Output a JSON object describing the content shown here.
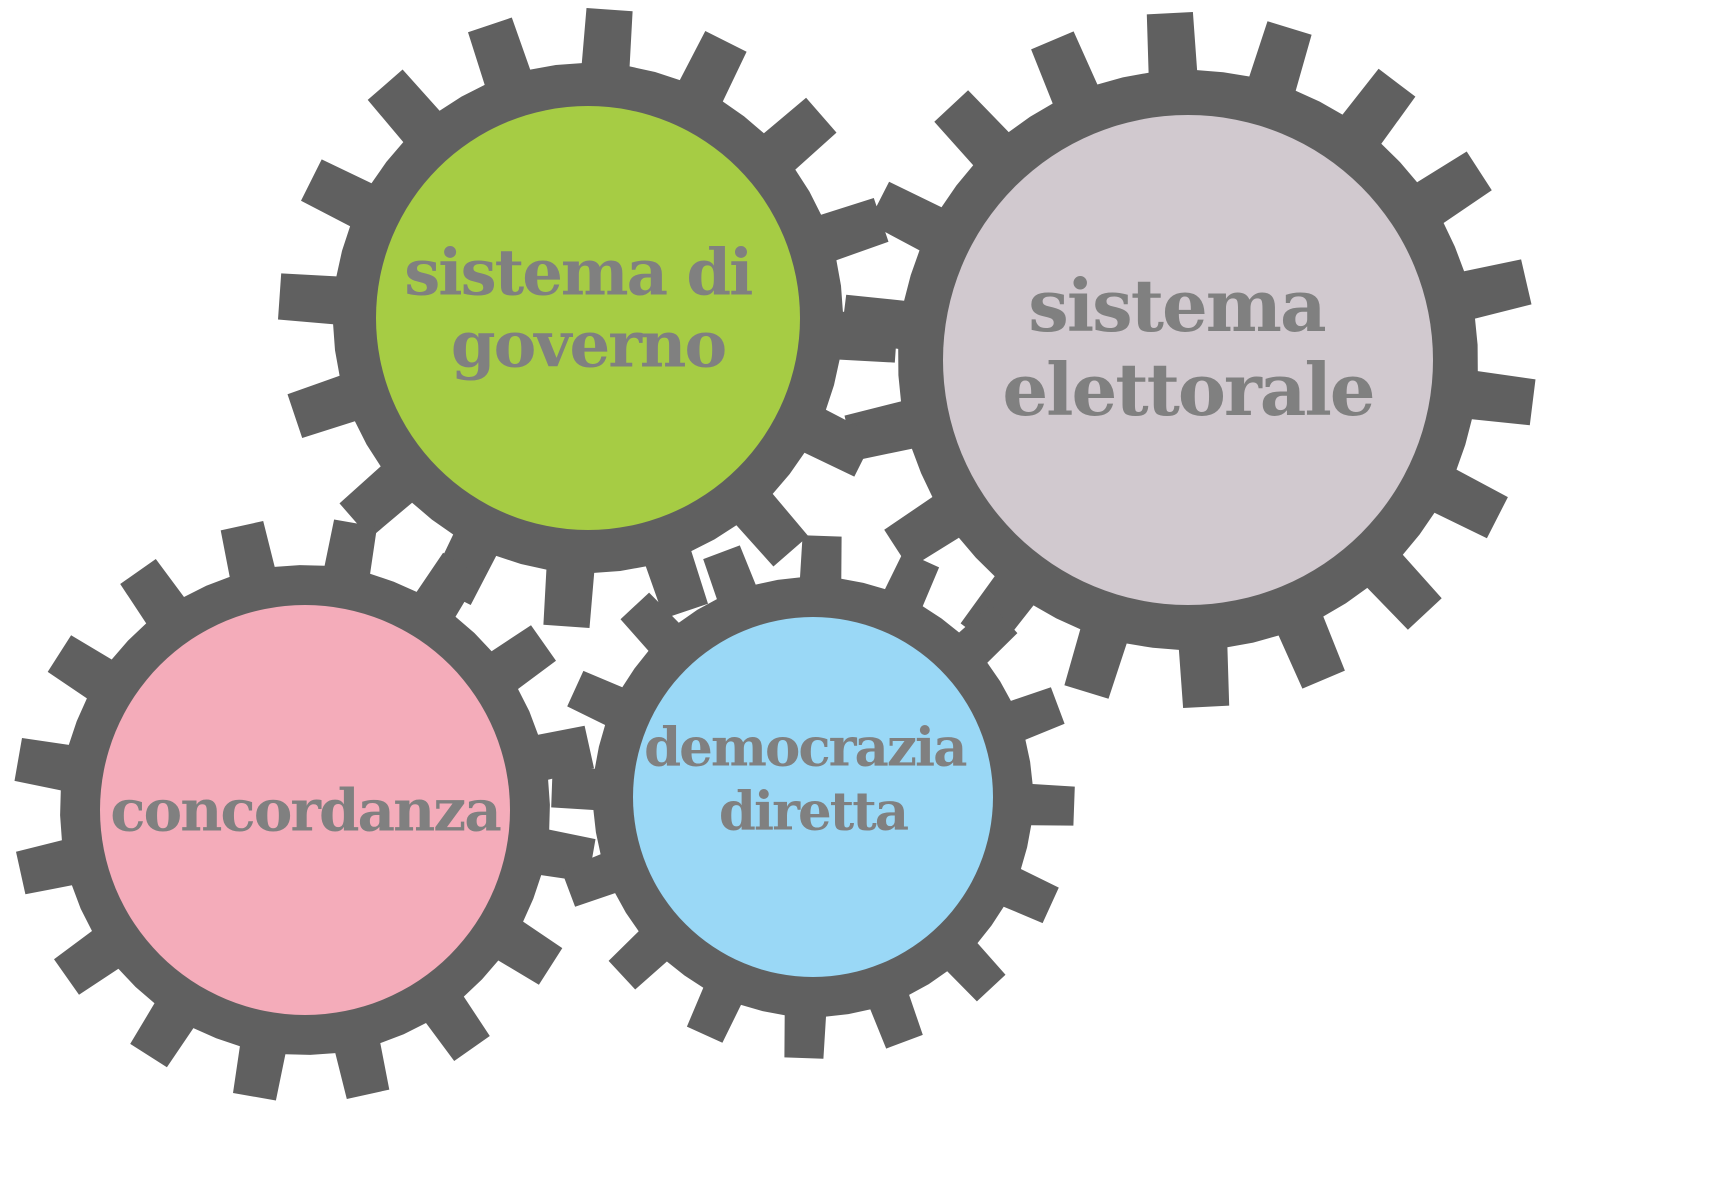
{
  "gear_color": "#606060",
  "label_color": "#808080",
  "gears": [
    {
      "id": "sistema-di-governo",
      "lines": [
        "sistema di",
        "governo"
      ],
      "fill": "#A6CC44",
      "teeth": 16
    },
    {
      "id": "sistema-elettorale",
      "lines": [
        "sistema",
        "elettorale"
      ],
      "fill": "#D1C9CF",
      "teeth": 18
    },
    {
      "id": "concordanza",
      "lines": [
        "concordanza"
      ],
      "fill": "#F4ACBA",
      "teeth": 16
    },
    {
      "id": "democrazia-diretta",
      "lines": [
        "democrazia",
        "diretta"
      ],
      "fill": "#9AD8F6",
      "teeth": 16
    }
  ]
}
